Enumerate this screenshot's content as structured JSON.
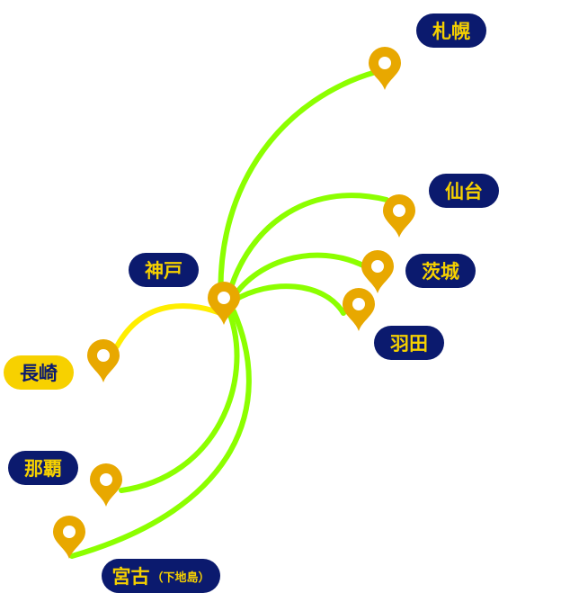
{
  "colors": {
    "route_domestic": "#8cff00",
    "route_highlight": "#ffee00",
    "pin": "#e8a800",
    "label_bg": "#0b1a6e",
    "label_text": "#f5d000"
  },
  "hub": {
    "name": "神戸"
  },
  "destinations": [
    {
      "id": "sapporo",
      "name": "札幌"
    },
    {
      "id": "sendai",
      "name": "仙台"
    },
    {
      "id": "ibaraki",
      "name": "茨城"
    },
    {
      "id": "haneda",
      "name": "羽田"
    },
    {
      "id": "nagasaki",
      "name": "長崎"
    },
    {
      "id": "naha",
      "name": "那覇"
    },
    {
      "id": "miyako",
      "name": "宮古",
      "note": "（下地島）"
    }
  ]
}
